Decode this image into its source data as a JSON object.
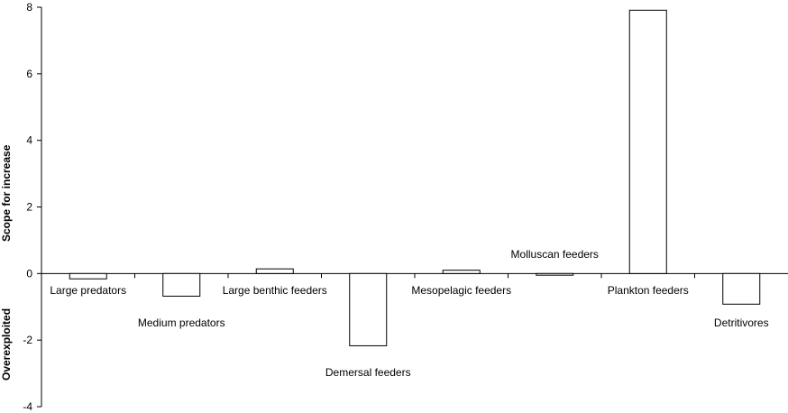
{
  "chart_data": {
    "type": "bar",
    "title": "",
    "xlabel": "",
    "ylabel_top": "Scope for increase",
    "ylabel_bottom": "Overexploited",
    "ylim": [
      -4,
      8
    ],
    "yticks": [
      -4,
      -2,
      0,
      2,
      4,
      6,
      8
    ],
    "grid": false,
    "categories": [
      "Large predators",
      "Medium predators",
      "Large benthic feeders",
      "Demersal feeders",
      "Mesopelagic feeders",
      "Molluscan feeders",
      "Plankton feeders",
      "Detritivores"
    ],
    "values": [
      -0.16,
      -0.68,
      0.14,
      -2.17,
      0.1,
      -0.05,
      7.91,
      -0.92
    ],
    "bar_fill": "#ffffff",
    "bar_stroke": "#000000"
  }
}
